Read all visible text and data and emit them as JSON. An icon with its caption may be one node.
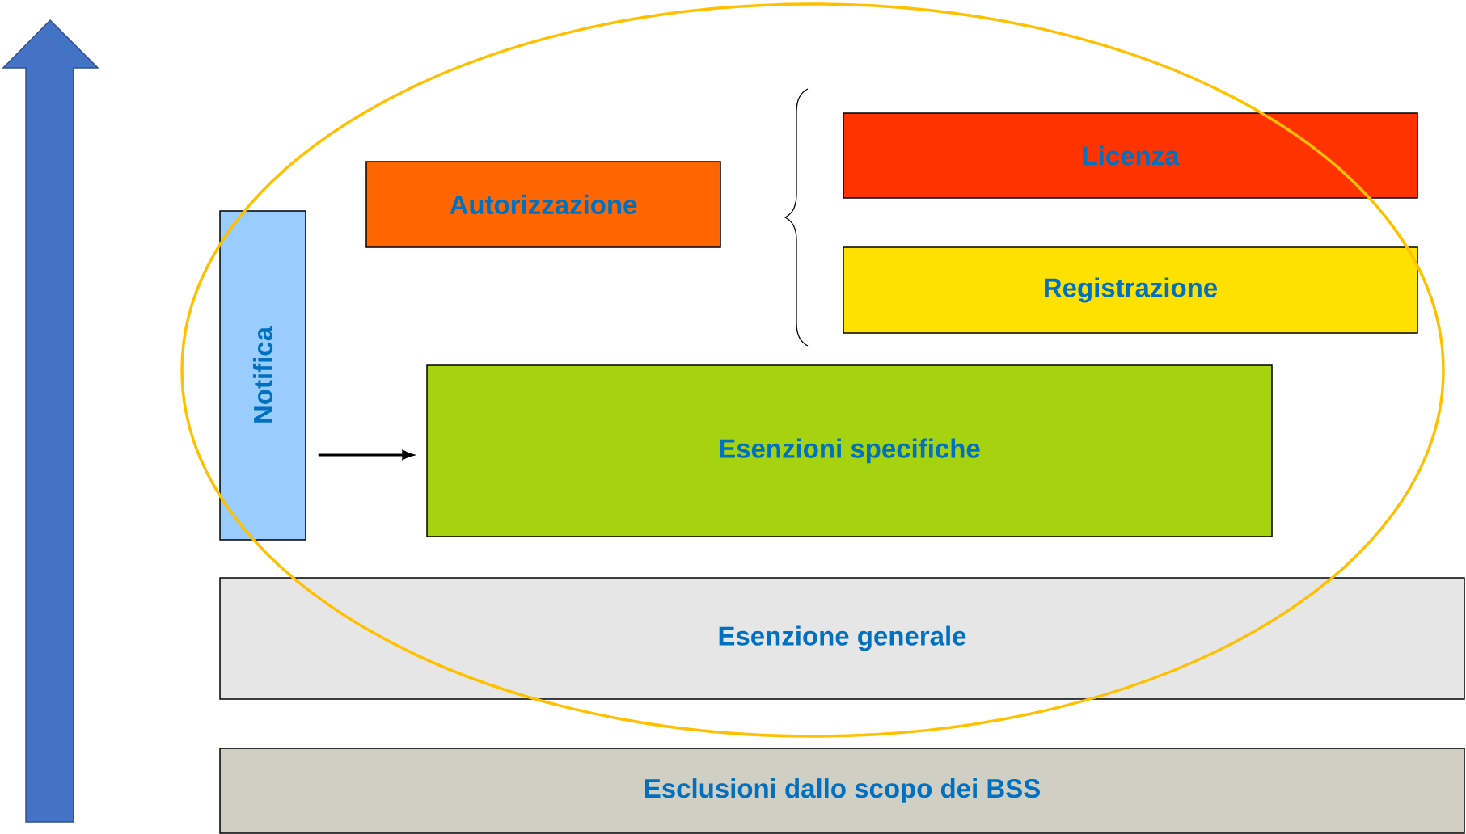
{
  "diagram": {
    "nodes": [
      {
        "text": [
          "Licenza"
        ]
      },
      {
        "text": [
          "Autorizzazione"
        ]
      },
      {
        "text": [
          "Registrazione"
        ]
      },
      {
        "text": [
          "Notifica"
        ]
      },
      {
        "text": [
          "Esenzioni specifiche"
        ]
      },
      {
        "text": [
          "Esenzione generale"
        ]
      },
      {
        "text": [
          "Esclusioni dallo scopo dei BSS"
        ]
      }
    ],
    "edges": [
      {
        "from": 3,
        "to": 4,
        "arrow": "to"
      }
    ]
  }
}
